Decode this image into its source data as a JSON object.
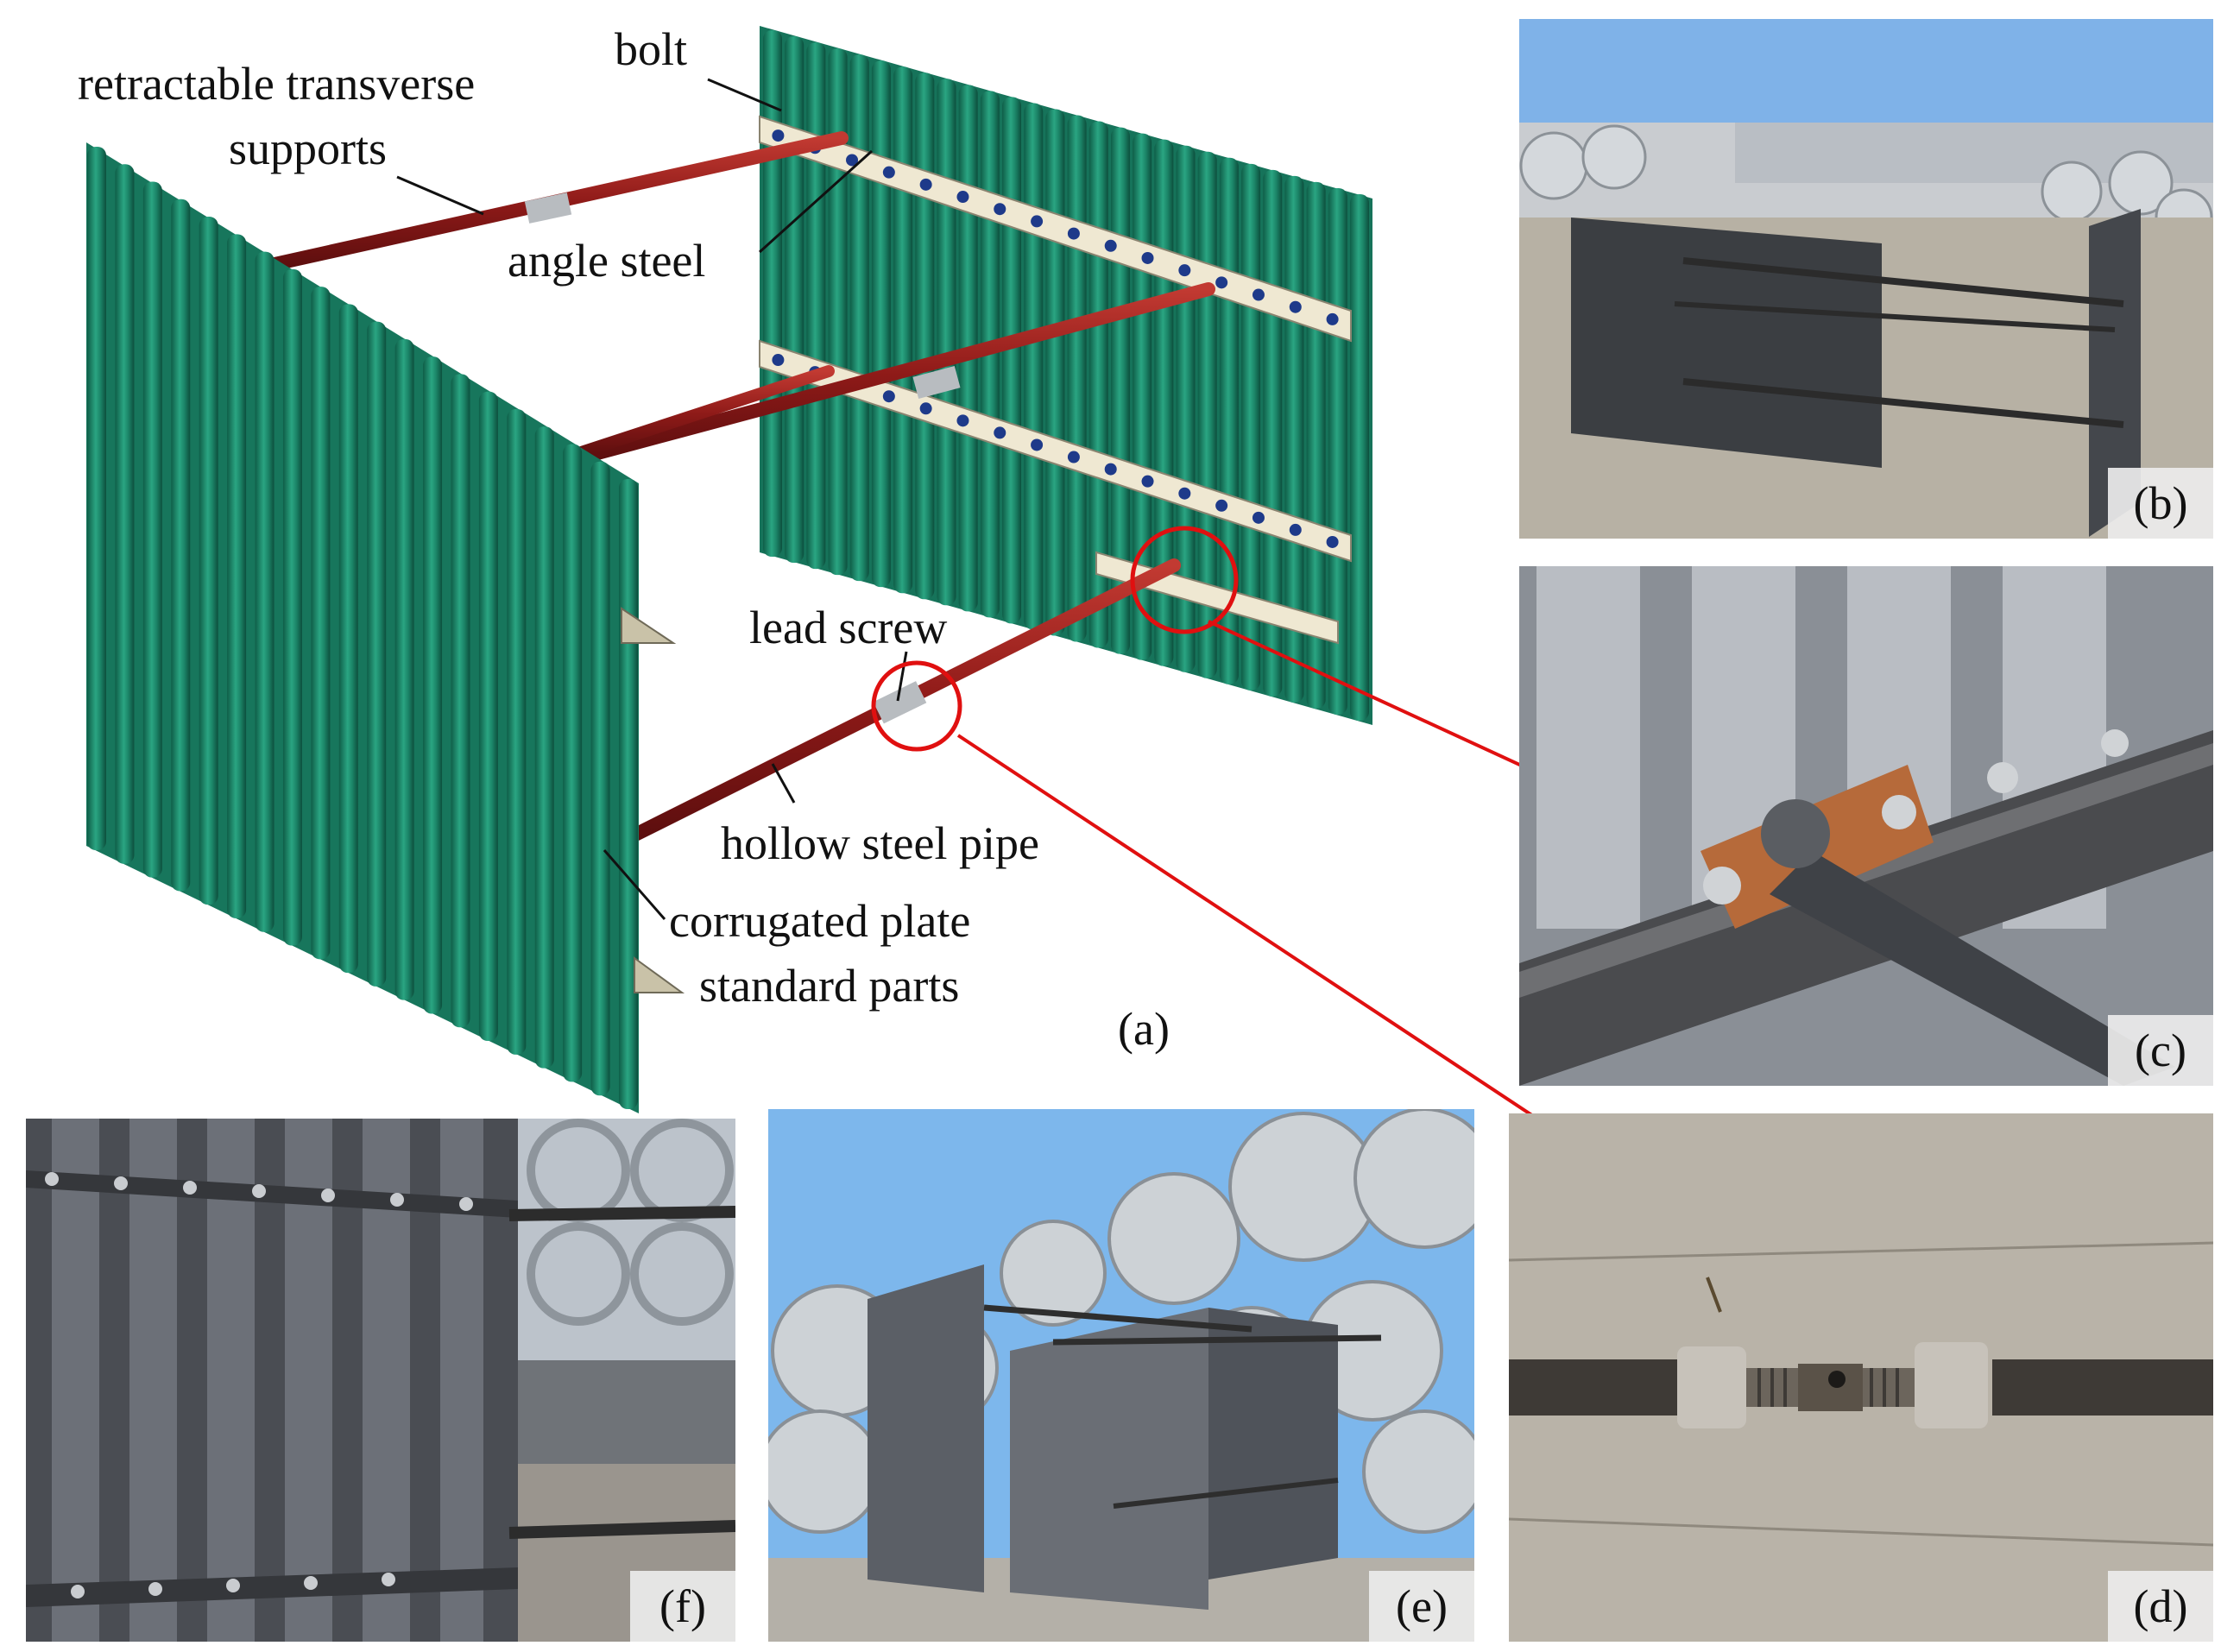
{
  "labels": {
    "bolt": "bolt",
    "retractable_line1": "retractable transverse",
    "retractable_line2": "supports",
    "angle_steel": "angle steel",
    "lead_screw": "lead screw",
    "hollow_pipe": "hollow steel pipe",
    "corrugated_line1": "corrugated plate",
    "corrugated_line2": "standard parts"
  },
  "panels": {
    "a": "(a)",
    "b": "(b)",
    "c": "(c)",
    "d": "(d)",
    "e": "(e)",
    "f": "(f)"
  },
  "colors": {
    "plate_green": "#1f8f6e",
    "pipe_red": "#9b1c1c",
    "callout_red": "#e01010",
    "angle_steel": "#e8e0c8"
  }
}
